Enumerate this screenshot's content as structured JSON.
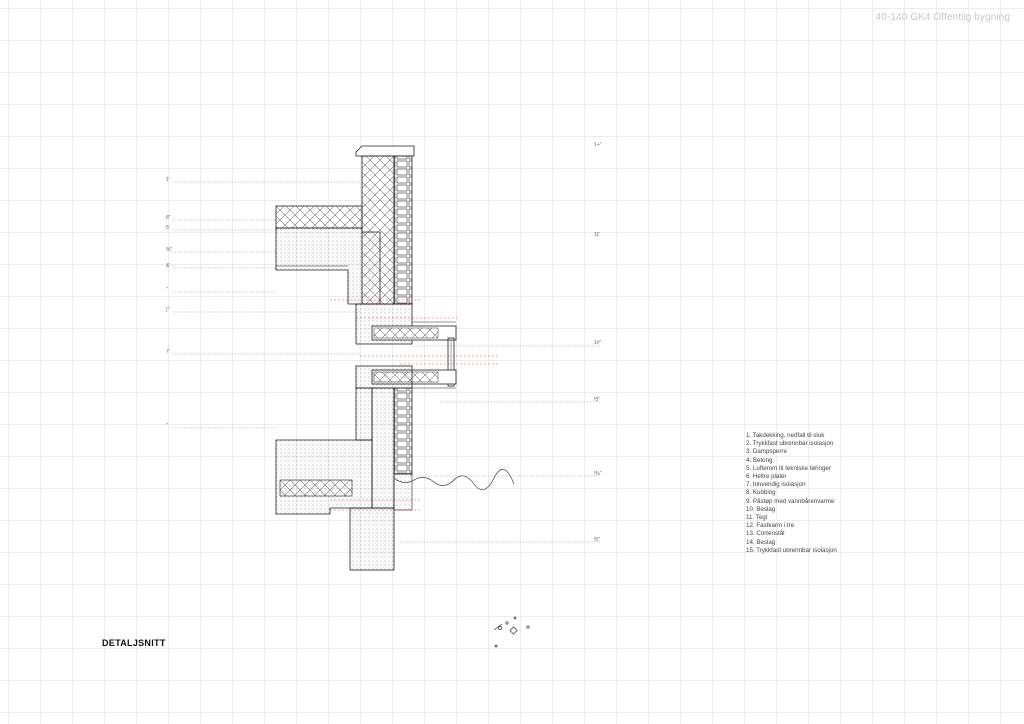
{
  "header": {
    "title": "40-140 GK4 Offentlig bygning"
  },
  "drawing": {
    "title": "DETALJSNITT"
  },
  "legend": {
    "items": [
      "1.  Takdekking, nedfall til sluk",
      "2.  Trykkfast ubrennbar isolasjon",
      "3.  Dampsperre",
      "4.  Betong",
      "5.  Lufterom til tekniske føringer",
      "6.  Heltre plater",
      "7.  Innvendig isolasjon",
      "8.  Kubbing",
      "9.  Påstøp med vannbårenvarme",
      "10. Beslag",
      "11. Tegl",
      "12. Fastkarm i tre",
      "13. Cortenstål",
      "14. Beslag",
      "15. Trykkfast ubrennbar isolasjon"
    ]
  },
  "level_marks_left": [
    "1'",
    "8\"",
    "5'",
    "%\"",
    "&'",
    "\"",
    "(\"",
    "7'",
    "\""
  ],
  "level_marks_right": [
    "1+\"",
    "11'",
    "1#\"",
    "!5\"",
    "!%\"",
    "!5\""
  ],
  "colors": {
    "grid": "#ececec",
    "line": "#222222",
    "dim": "#e05a5a",
    "hatch": "#555555"
  }
}
